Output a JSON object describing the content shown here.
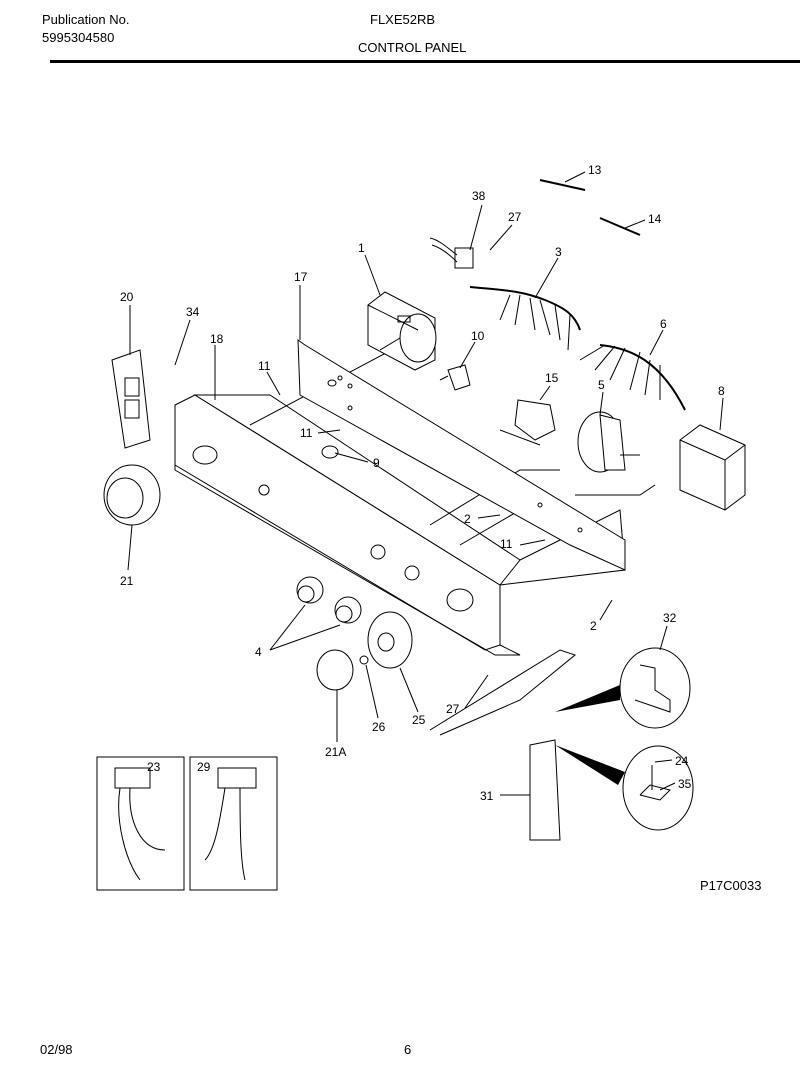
{
  "header": {
    "pub_label": "Publication No.",
    "pub_number": "5995304580",
    "model": "FLXE52RB",
    "section": "CONTROL PANEL"
  },
  "footer": {
    "date": "02/98",
    "page": "6",
    "drawing_code": "P17C0033"
  },
  "callouts": {
    "c1": "1",
    "c2a": "2",
    "c2b": "2",
    "c3": "3",
    "c4": "4",
    "c5": "5",
    "c6": "6",
    "c8": "8",
    "c9": "9",
    "c10": "10",
    "c11a": "11",
    "c11b": "11",
    "c11c": "11",
    "c13": "13",
    "c14": "14",
    "c15": "15",
    "c17": "17",
    "c18": "18",
    "c20": "20",
    "c21": "21",
    "c21a": "21A",
    "c23": "23",
    "c24": "24",
    "c25": "25",
    "c26": "26",
    "c27a": "27",
    "c27b": "27",
    "c29": "29",
    "c31": "31",
    "c32": "32",
    "c34": "34",
    "c35": "35",
    "c38": "38"
  }
}
